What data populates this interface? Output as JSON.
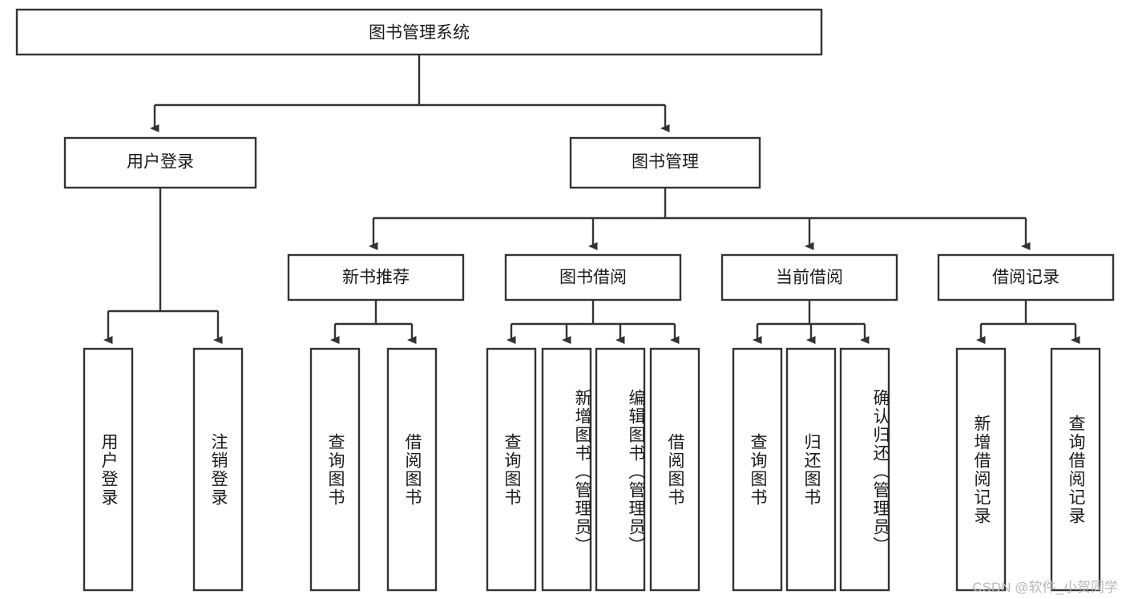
{
  "diagram": {
    "title": "图书管理系统",
    "type": "tree-hierarchy",
    "watermark": "CSDN @软件_小贺同学",
    "root": {
      "id": "root",
      "label": "图书管理系统"
    },
    "level2": [
      {
        "id": "user-login",
        "label": "用户登录"
      },
      {
        "id": "book-manage",
        "label": "图书管理"
      }
    ],
    "level3": [
      {
        "id": "new-book-recommend",
        "label": "新书推荐"
      },
      {
        "id": "book-borrow",
        "label": "图书借阅"
      },
      {
        "id": "current-borrow",
        "label": "当前借阅"
      },
      {
        "id": "borrow-record",
        "label": "借阅记录"
      }
    ],
    "leaves": {
      "user_login": [
        {
          "id": "leaf-user-login",
          "label": "用户登录"
        },
        {
          "id": "leaf-logout-login",
          "label": "注销登录"
        }
      ],
      "new_book_recommend": [
        {
          "id": "leaf-query-book-1",
          "label": "查询图书"
        },
        {
          "id": "leaf-borrow-book-1",
          "label": "借阅图书"
        }
      ],
      "book_borrow": [
        {
          "id": "leaf-query-book-2",
          "label": "查询图书"
        },
        {
          "id": "leaf-add-book",
          "label": "新增图书（管理员）"
        },
        {
          "id": "leaf-edit-book",
          "label": "编辑图书（管理员）"
        },
        {
          "id": "leaf-borrow-book-2",
          "label": "借阅图书"
        }
      ],
      "current_borrow": [
        {
          "id": "leaf-query-book-3",
          "label": "查询图书"
        },
        {
          "id": "leaf-return-book",
          "label": "归还图书"
        },
        {
          "id": "leaf-confirm-return",
          "label": "确认归还（管理员）"
        }
      ],
      "borrow_record": [
        {
          "id": "leaf-add-record",
          "label": "新增借阅记录"
        },
        {
          "id": "leaf-query-record",
          "label": "查询借阅记录"
        }
      ]
    },
    "colors": {
      "stroke": "#333333",
      "fill": "#ffffff",
      "text": "#1a1a1a",
      "watermark": "#b9b9b9",
      "background": "#ffffff"
    }
  }
}
